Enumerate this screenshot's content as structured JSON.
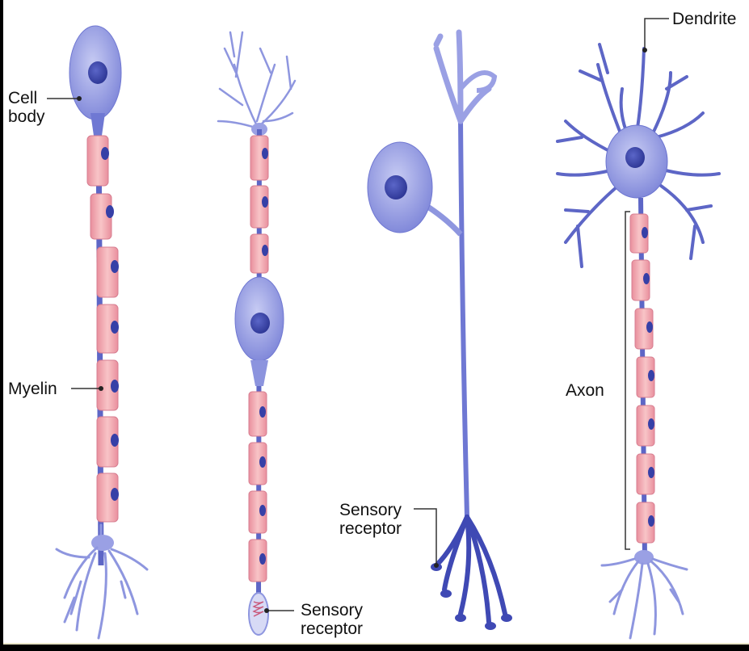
{
  "labels": {
    "cell_body": "Cell\nbody",
    "myelin": "Myelin",
    "dendrite": "Dendrite",
    "axon": "Axon",
    "sensory_receptor_mid": "Sensory\nreceptor",
    "sensory_receptor_bottom": "Sensory\nreceptor"
  },
  "neuron_types": [
    "bipolar",
    "bipolar-with-receptor",
    "pseudounipolar",
    "multipolar"
  ],
  "colors": {
    "neuron_blue": "#6f78d3",
    "neuron_light": "#9aa0e4",
    "nucleus": "#3640a7",
    "myelin_pink": "#f2a3aa",
    "myelin_edge": "#d77d90",
    "leader_line": "#333333"
  }
}
